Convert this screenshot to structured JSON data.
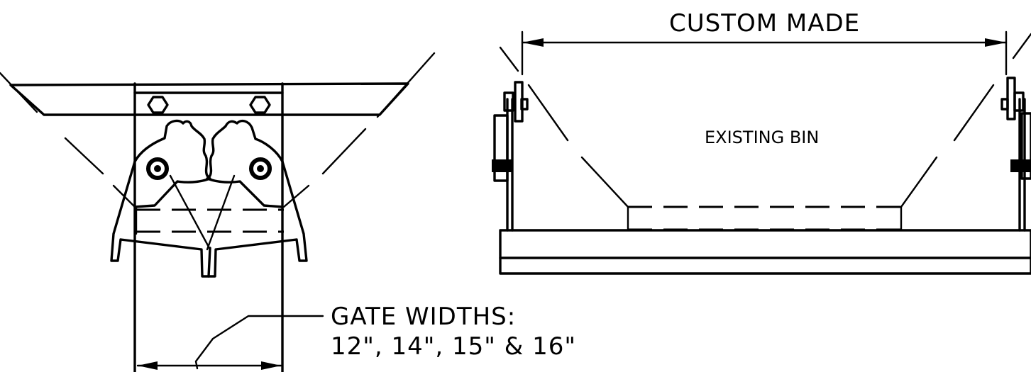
{
  "dimension_label": "CUSTOM MADE",
  "bin_label": "EXISTING BIN",
  "gate_widths": {
    "line1": "GATE WIDTHS:",
    "line2": "12\", 14\", 15\" & 16\""
  }
}
